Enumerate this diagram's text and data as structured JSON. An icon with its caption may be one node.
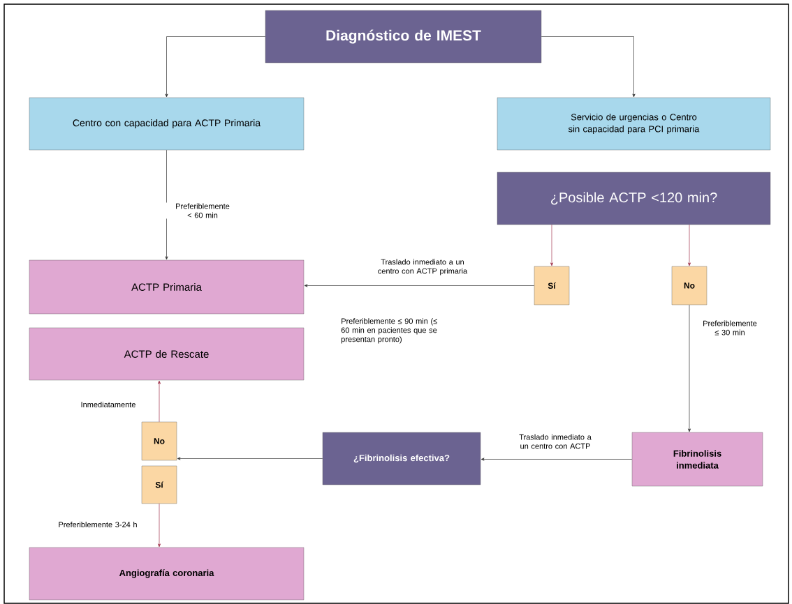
{
  "diagram": {
    "nodes": [
      {
        "text": [
          "Diagnóstico de IMEST"
        ]
      },
      {
        "text": [
          "Centro con capacidad para ACTP Primaria"
        ]
      },
      {
        "text": [
          "Servicio de urgencias o Centro sin capacidad para PCI primaria"
        ]
      },
      {
        "text": [
          "¿Posible ACTP <120 min?"
        ]
      },
      {
        "text": [
          "ACTP Primaria"
        ]
      },
      {
        "text": [
          "Sí"
        ]
      },
      {
        "text": [
          "No"
        ]
      },
      {
        "text": [
          "ACTP de Rescate"
        ]
      },
      {
        "text": [
          "No"
        ]
      },
      {
        "text": [
          "Sí"
        ]
      },
      {
        "text": [
          "¿Fibrinolisis efectiva?"
        ]
      },
      {
        "text": [
          "Fibrinolisis inmediata"
        ]
      },
      {
        "text": [
          "Angiografía coronaria"
        ]
      }
    ],
    "edges": [
      {
        "from": 0,
        "to": 1,
        "arrow": "to"
      },
      {
        "from": 0,
        "to": 2,
        "arrow": "to"
      },
      {
        "from": 1,
        "to": 4,
        "arrow": "to",
        "label": "Preferiblemente < 60 min"
      },
      {
        "from": 3,
        "to": 5,
        "arrow": "to",
        "color": "#a0324a"
      },
      {
        "from": 3,
        "to": 6,
        "arrow": "to",
        "color": "#a0324a"
      },
      {
        "from": 5,
        "to": 4,
        "arrow": "to",
        "label": "Traslado inmediato a un centro con ACTP primaria"
      },
      {
        "from": 6,
        "to": 11,
        "arrow": "to",
        "label": "Preferiblemente ≤ 30 min"
      },
      {
        "from": 11,
        "to": 10,
        "arrow": "to",
        "label": "Traslado inmediato a un centro con ACTP"
      },
      {
        "from": 10,
        "to": 8,
        "arrow": "to"
      },
      {
        "from": 8,
        "to": 7,
        "arrow": "to",
        "color": "#a0324a",
        "label": "Inmediatamente"
      },
      {
        "from": 9,
        "to": 12,
        "arrow": "to",
        "color": "#a0324a",
        "label": "Preferiblemente 3-24 h"
      }
    ],
    "labels": [
      "Preferiblemente ≤ 90 min (≤ 60 min en pacientes que se presentan pronto)"
    ]
  }
}
